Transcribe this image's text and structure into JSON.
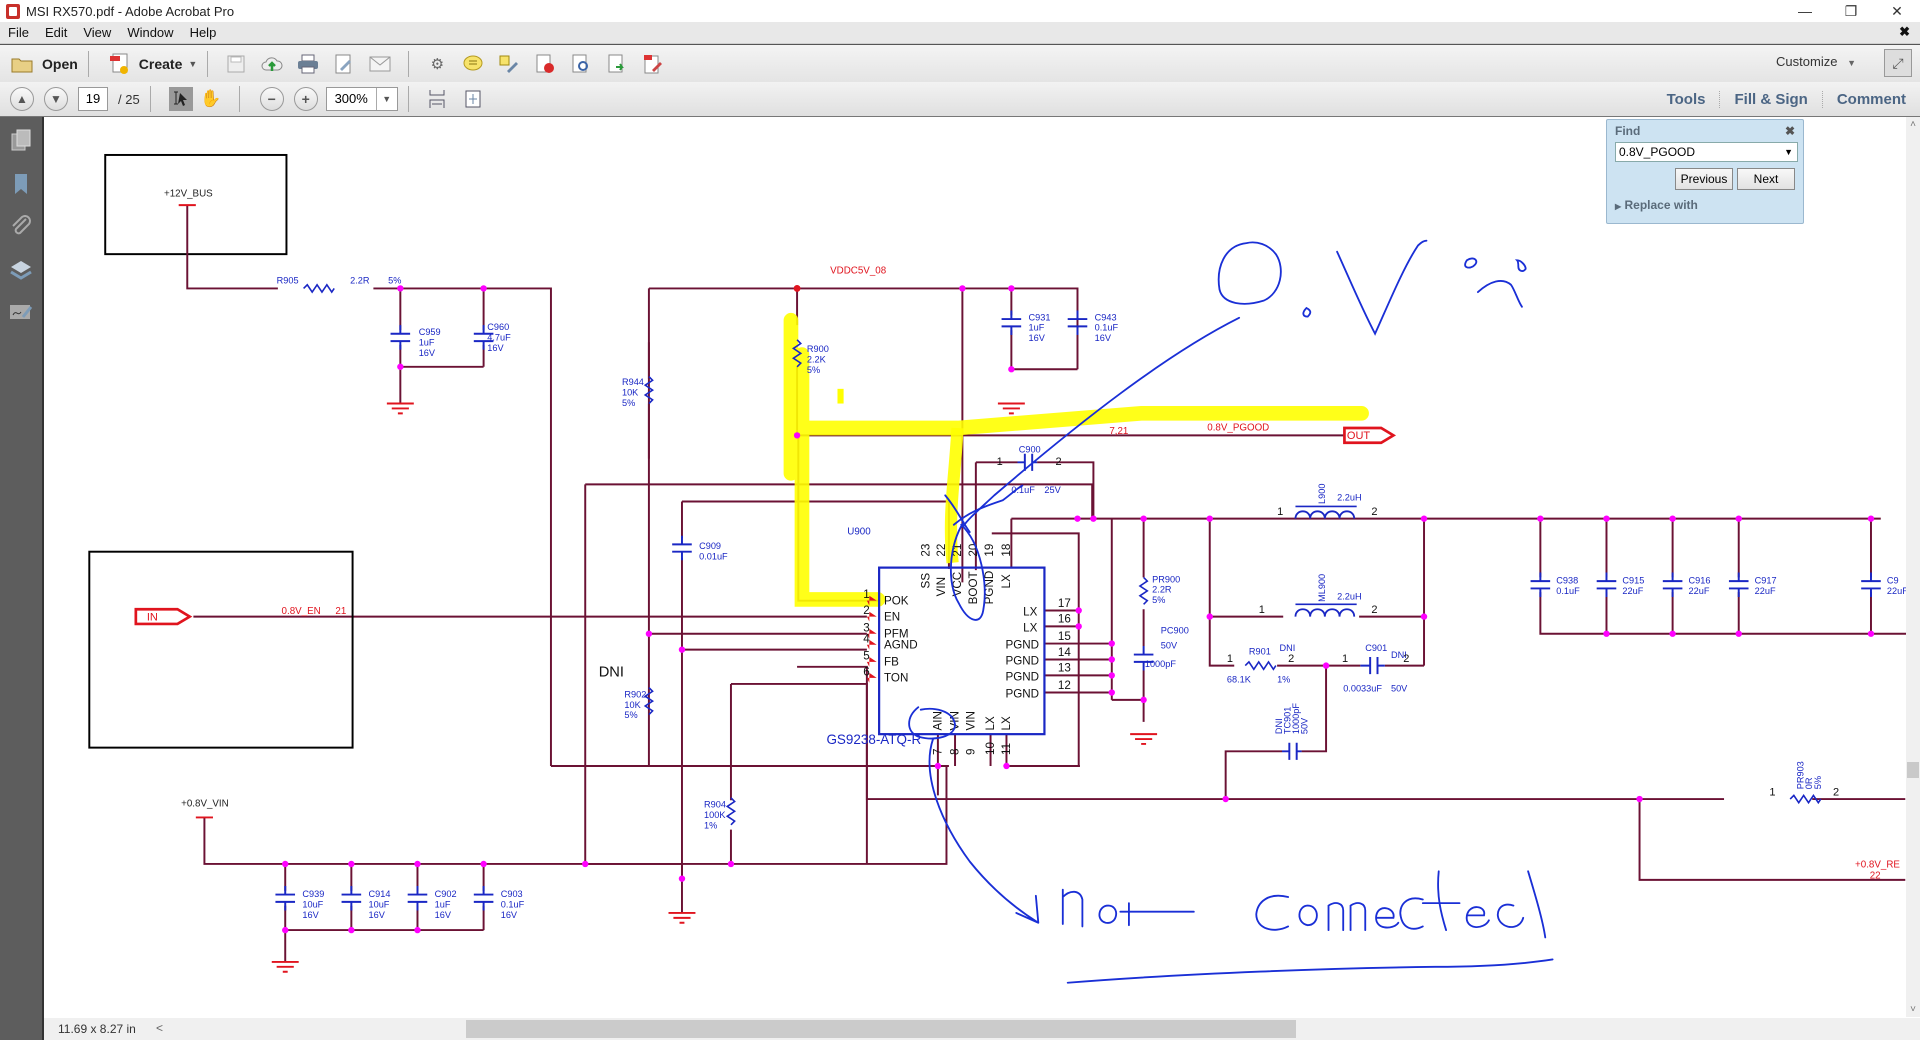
{
  "window": {
    "title": "MSI RX570.pdf - Adobe Acrobat Pro",
    "controls": [
      "minimize",
      "restore",
      "close"
    ]
  },
  "menu": [
    "File",
    "Edit",
    "View",
    "Window",
    "Help"
  ],
  "toolbar": {
    "open_label": "Open",
    "create_label": "Create",
    "customize_label": "Customize",
    "icons": [
      "save-icon",
      "cloud-upload-icon",
      "print-icon",
      "edit-icon",
      "email-icon",
      "gear-icon",
      "comment-icon",
      "highlight-icon",
      "delete-page-icon",
      "search-page-icon",
      "export-icon",
      "annotate-icon"
    ]
  },
  "nav": {
    "page_current": "19",
    "page_total": "/ 25",
    "zoom": "300%",
    "tabs": [
      "Tools",
      "Fill & Sign",
      "Comment"
    ]
  },
  "find": {
    "title": "Find",
    "query": "0.8V_PGOOD",
    "previous_label": "Previous",
    "next_label": "Next",
    "replace_label": "Replace with"
  },
  "status": {
    "page_size": "11.69 x 8.27 in"
  },
  "schematic": {
    "nets": {
      "bus12": "+12V_BUS",
      "vddc": "VDDC5V_08",
      "pgood": "0.8V_PGOOD",
      "pgood_ref": "7,21",
      "en": "0.8V_EN",
      "en_ref": "21",
      "vin": "+0.8V_VIN",
      "vre": "+0.8V_RE",
      "vre_ref": "22"
    },
    "ports": {
      "out": "OUT",
      "in": "IN"
    },
    "ic": {
      "ref": "U900",
      "part": "GS9238-ATQ-R",
      "left_pins": [
        {
          "num": "1",
          "name": "POK"
        },
        {
          "num": "2",
          "name": "EN"
        },
        {
          "num": "3",
          "name": "PFM"
        },
        {
          "num": "4",
          "name": "AGND"
        },
        {
          "num": "5",
          "name": "FB"
        },
        {
          "num": "6",
          "name": "TON"
        }
      ],
      "top_pins": [
        {
          "num": "23",
          "name": "SS"
        },
        {
          "num": "22",
          "name": "VIN"
        },
        {
          "num": "21",
          "name": "VCC"
        },
        {
          "num": "20",
          "name": "BOOT"
        },
        {
          "num": "19",
          "name": "PGND"
        },
        {
          "num": "18",
          "name": "LX"
        }
      ],
      "right_pins": [
        {
          "num": "17",
          "name": "LX"
        },
        {
          "num": "16",
          "name": "LX"
        },
        {
          "num": "15",
          "name": "PGND"
        },
        {
          "num": "14",
          "name": "PGND"
        },
        {
          "num": "13",
          "name": "PGND"
        },
        {
          "num": "12",
          "name": "PGND"
        }
      ],
      "bottom_pins": [
        {
          "num": "7",
          "name": "AIN"
        },
        {
          "num": "8",
          "name": "VIN"
        },
        {
          "num": "9",
          "name": "VIN"
        },
        {
          "num": "10",
          "name": "LX"
        },
        {
          "num": "11",
          "name": "LX"
        }
      ]
    },
    "components": {
      "R905": [
        "R905",
        "2.2R",
        "5%"
      ],
      "C959": [
        "C959",
        "1uF",
        "16V"
      ],
      "C960": [
        "C960",
        "4.7uF",
        "16V"
      ],
      "R944": [
        "R944",
        "10K",
        "5%"
      ],
      "R900": [
        "R900",
        "2.2K",
        "5%"
      ],
      "C931": [
        "C931",
        "1uF",
        "16V"
      ],
      "C943": [
        "C943",
        "0.1uF",
        "16V"
      ],
      "C900": [
        "C900",
        "0.1uF",
        "25V"
      ],
      "C909": [
        "C909",
        "0.01uF"
      ],
      "L900": [
        "L900",
        "2.2uH"
      ],
      "ML900": [
        "ML900",
        "2.2uH"
      ],
      "PR900": [
        "PR900",
        "2.2R",
        "5%"
      ],
      "PC900": [
        "PC900",
        "50V",
        "1000pF"
      ],
      "R901": [
        "R901",
        "68.1K",
        "1%",
        "DNI"
      ],
      "C901": [
        "C901",
        "0.0033uF",
        "50V",
        "DNI"
      ],
      "TC901": [
        "DNI",
        "TC901",
        "1000pF",
        "50V"
      ],
      "R902": [
        "R902",
        "10K",
        "5%"
      ],
      "R904": [
        "R904",
        "100K",
        "1%"
      ],
      "PR903": [
        "PR903",
        "0R",
        "5%"
      ],
      "C938": [
        "C938",
        "0.1uF"
      ],
      "C915": [
        "C915",
        "22uF"
      ],
      "C916": [
        "C916",
        "22uF"
      ],
      "C917": [
        "C917",
        "22uF"
      ],
      "C9xx": [
        "C9",
        "22uF"
      ],
      "C939": [
        "C939",
        "10uF",
        "16V"
      ],
      "C914": [
        "C914",
        "10uF",
        "16V"
      ],
      "C902": [
        "C902",
        "1uF",
        "16V"
      ],
      "C903": [
        "C903",
        "0.1uF",
        "16V"
      ]
    },
    "dni_label": "DNI",
    "annotations": {
      "handwritten_top": "0.V ? :(",
      "handwritten_bottom": "not connected",
      "highlight_color": "#ffff00",
      "ink_color": "#1a2fd6"
    }
  },
  "colors": {
    "wire": "#6b1234",
    "junction": "#ff00ff",
    "component": "#1a27c4",
    "net_label": "#e0141e",
    "tab_text": "#4b6584"
  }
}
